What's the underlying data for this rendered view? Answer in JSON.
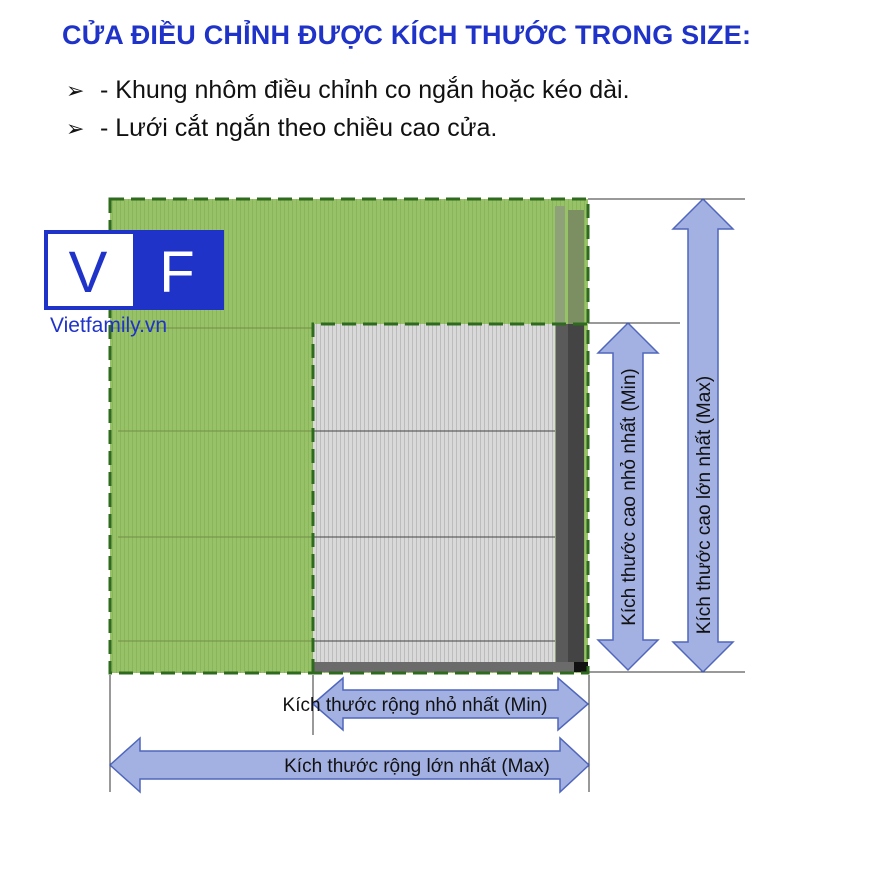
{
  "header": {
    "title": "CỬA ĐIỀU CHỈNH ĐƯỢC KÍCH THƯỚC TRONG SIZE:",
    "bullets": [
      "- Khung nhôm điều chỉnh co ngắn hoặc kéo dài.",
      "- Lưới cắt ngắn theo chiều cao cửa."
    ],
    "bullet_marker": "➢"
  },
  "logo": {
    "letters": [
      "V",
      "F"
    ],
    "text": "Vietfamily.vn"
  },
  "dimensions": {
    "width_min": "Kích thước rộng nhỏ nhất (Min)",
    "width_max": "Kích thước rộng lớn nhất (Max)",
    "height_min": "Kích thước cao nhỏ nhất (Min)",
    "height_max": "Kích thước cao lớn nhất (Max)"
  },
  "colors": {
    "title": "#1f33c9",
    "max_area": "#8fbc5a",
    "max_border": "#2e6b1f",
    "mesh": "#d6d6d6",
    "frame": "#555555",
    "arrow_fill": "#9aa9df",
    "arrow_stroke": "#3d56b5",
    "logo": "#1f33c9"
  }
}
